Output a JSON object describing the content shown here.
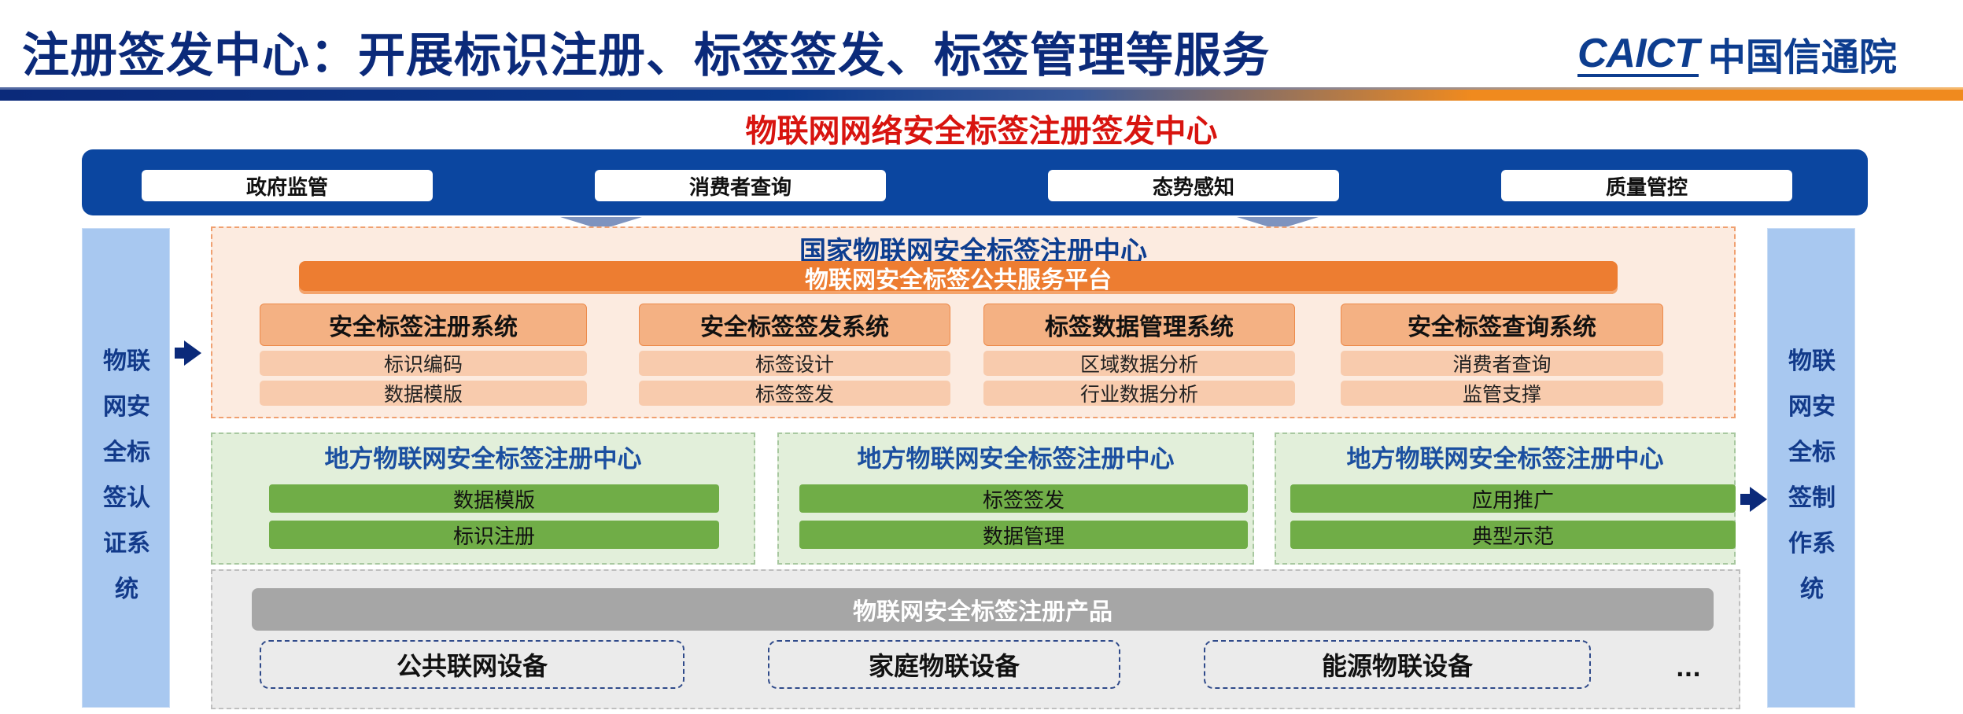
{
  "header": {
    "title": "注册签发中心：开展标识注册、标签签发、标签管理等服务",
    "logo_en": "CAICT",
    "logo_cn": "中国信通院"
  },
  "main_title": "物联网网络安全标签注册签发中心",
  "services": [
    "政府监管",
    "消费者查询",
    "态势感知",
    "质量管控"
  ],
  "left_panel": {
    "lines": [
      "物联",
      "网安",
      "全标",
      "签认",
      "证系",
      "统"
    ]
  },
  "right_panel": {
    "lines": [
      "物联",
      "网安",
      "全标",
      "签制",
      "作系",
      "统"
    ]
  },
  "national": {
    "title": "国家物联网安全标签注册中心",
    "platform": "物联网安全标签公共服务平台",
    "systems": [
      {
        "name": "安全标签注册系统",
        "items": [
          "标识编码",
          "数据模版"
        ]
      },
      {
        "name": "安全标签签发系统",
        "items": [
          "标签设计",
          "标签签发"
        ]
      },
      {
        "name": "标签数据管理系统",
        "items": [
          "区域数据分析",
          "行业数据分析"
        ]
      },
      {
        "name": "安全标签查询系统",
        "items": [
          "消费者查询",
          "监管支撑"
        ]
      }
    ]
  },
  "local_centers": [
    {
      "title": "地方物联网安全标签注册中心",
      "items": [
        "数据模版",
        "标识注册"
      ]
    },
    {
      "title": "地方物联网安全标签注册中心",
      "items": [
        "标签签发",
        "数据管理"
      ]
    },
    {
      "title": "地方物联网安全标签注册中心",
      "items": [
        "应用推广",
        "典型示范"
      ]
    }
  ],
  "products": {
    "title": "物联网安全标签注册产品",
    "items": [
      "公共联网设备",
      "家庭物联设备",
      "能源物联设备"
    ],
    "more": "..."
  },
  "colors": {
    "title_navy": "#0b2a7a",
    "main_title_red": "#d8140f",
    "service_bar_blue": "#0b46a0",
    "platform_orange": "#ed7d31",
    "system_head": "#f4b183",
    "system_item": "#f8cbad",
    "local_green": "#70ad47",
    "local_bg": "#e2efda",
    "product_gray": "#a6a6a6",
    "side_blue": "#a8c8f0"
  }
}
